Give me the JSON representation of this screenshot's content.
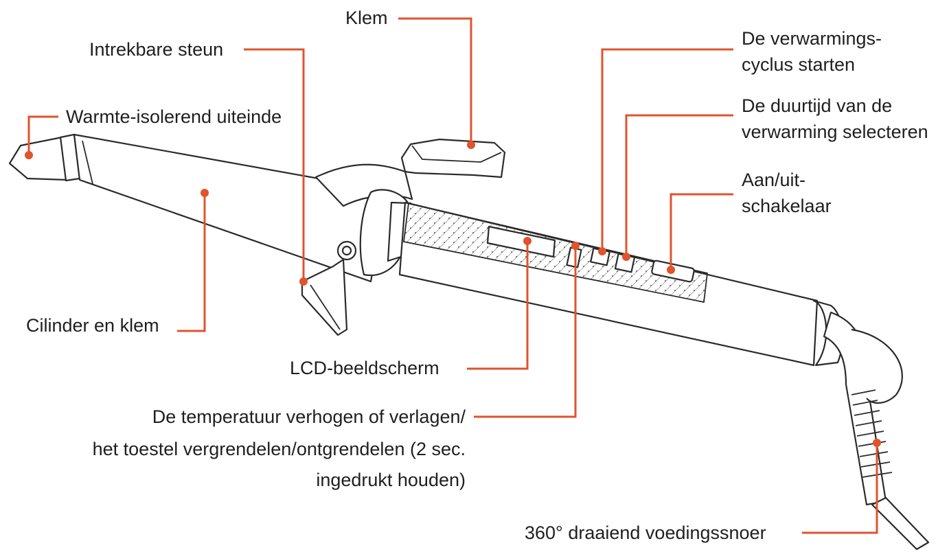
{
  "accent_color": "#e0532c",
  "labels": {
    "klem": "Klem",
    "intrekbare_steun": "Intrekbare steun",
    "warmte_isolerend": "Warmte-isolerend uiteinde",
    "cilinder": "Cilinder en klem",
    "lcd": "LCD-beeldscherm",
    "temp_line1": "De temperatuur verhogen of verlagen/",
    "temp_line2": "het toestel vergrendelen/ontgrendelen (2 sec.",
    "temp_line3": "ingedrukt houden)",
    "cyclus_line1": "De verwarmings-",
    "cyclus_line2": "cyclus starten",
    "duur_line1": "De duurtijd van de",
    "duur_line2": "verwarming selecteren",
    "aanuit_line1": "Aan/uit-",
    "aanuit_line2": "schakelaar",
    "snoer": "360° draaiend voedingssnoer"
  }
}
